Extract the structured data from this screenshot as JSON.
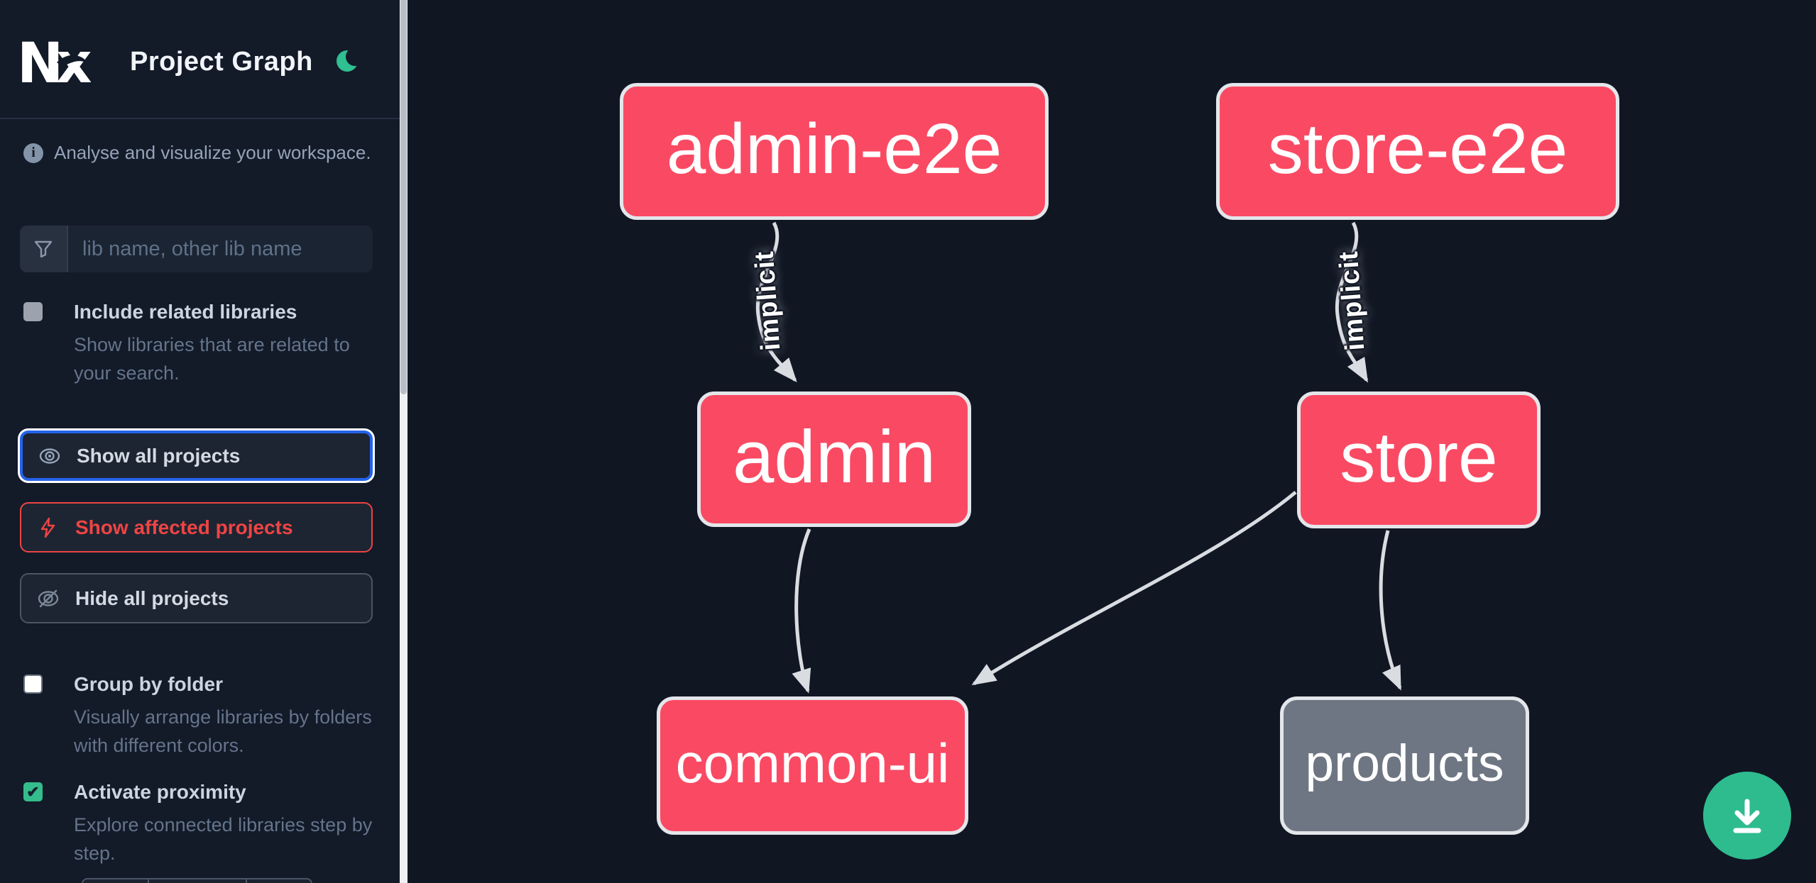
{
  "app": {
    "logo_text": "Nx",
    "title": "Project Graph",
    "theme_toggle": "dark-mode-moon"
  },
  "sidebar": {
    "tagline": "Analyse and visualize your workspace.",
    "search": {
      "placeholder": "lib name, other lib name"
    },
    "toggles": [
      {
        "label": "Include related libraries",
        "description": "Show libraries that are related to your search.",
        "checked": false
      },
      {
        "label": "Group by folder",
        "description": "Visually arrange libraries by folders with different colors.",
        "checked": false
      },
      {
        "label": "Activate proximity",
        "description": "Explore connected libraries step by step.",
        "checked": true,
        "checkmark": "✔"
      }
    ],
    "buttons": [
      {
        "label": "Show all projects",
        "state": "focused"
      },
      {
        "label": "Show affected projects",
        "state": "affected"
      },
      {
        "label": "Hide all projects",
        "state": "default"
      }
    ]
  },
  "graph": {
    "nodes": [
      {
        "label": "admin-e2e",
        "type": "app"
      },
      {
        "label": "store-e2e",
        "type": "app"
      },
      {
        "label": "admin",
        "type": "app"
      },
      {
        "label": "store",
        "type": "app"
      },
      {
        "label": "common-ui",
        "type": "lib"
      },
      {
        "label": "products",
        "type": "lib"
      }
    ],
    "edges": [
      {
        "from": "admin-e2e",
        "to": "admin",
        "label": "implicit"
      },
      {
        "from": "store-e2e",
        "to": "store",
        "label": "implicit"
      },
      {
        "from": "admin",
        "to": "common-ui",
        "label": ""
      },
      {
        "from": "store",
        "to": "common-ui",
        "label": ""
      },
      {
        "from": "store",
        "to": "products",
        "label": ""
      }
    ]
  },
  "colors": {
    "node_pink": "#fa4a63",
    "node_gray": "#6f7683",
    "node_border": "#e3e6ea",
    "edge": "#d9dce1",
    "focus_blue": "#2563eb",
    "affected_red": "#ef4444",
    "fab_green": "#2ebc8e",
    "moon_teal": "#2fbf91",
    "sidebar_bg": "#131a28",
    "canvas_bg": "#111623"
  }
}
